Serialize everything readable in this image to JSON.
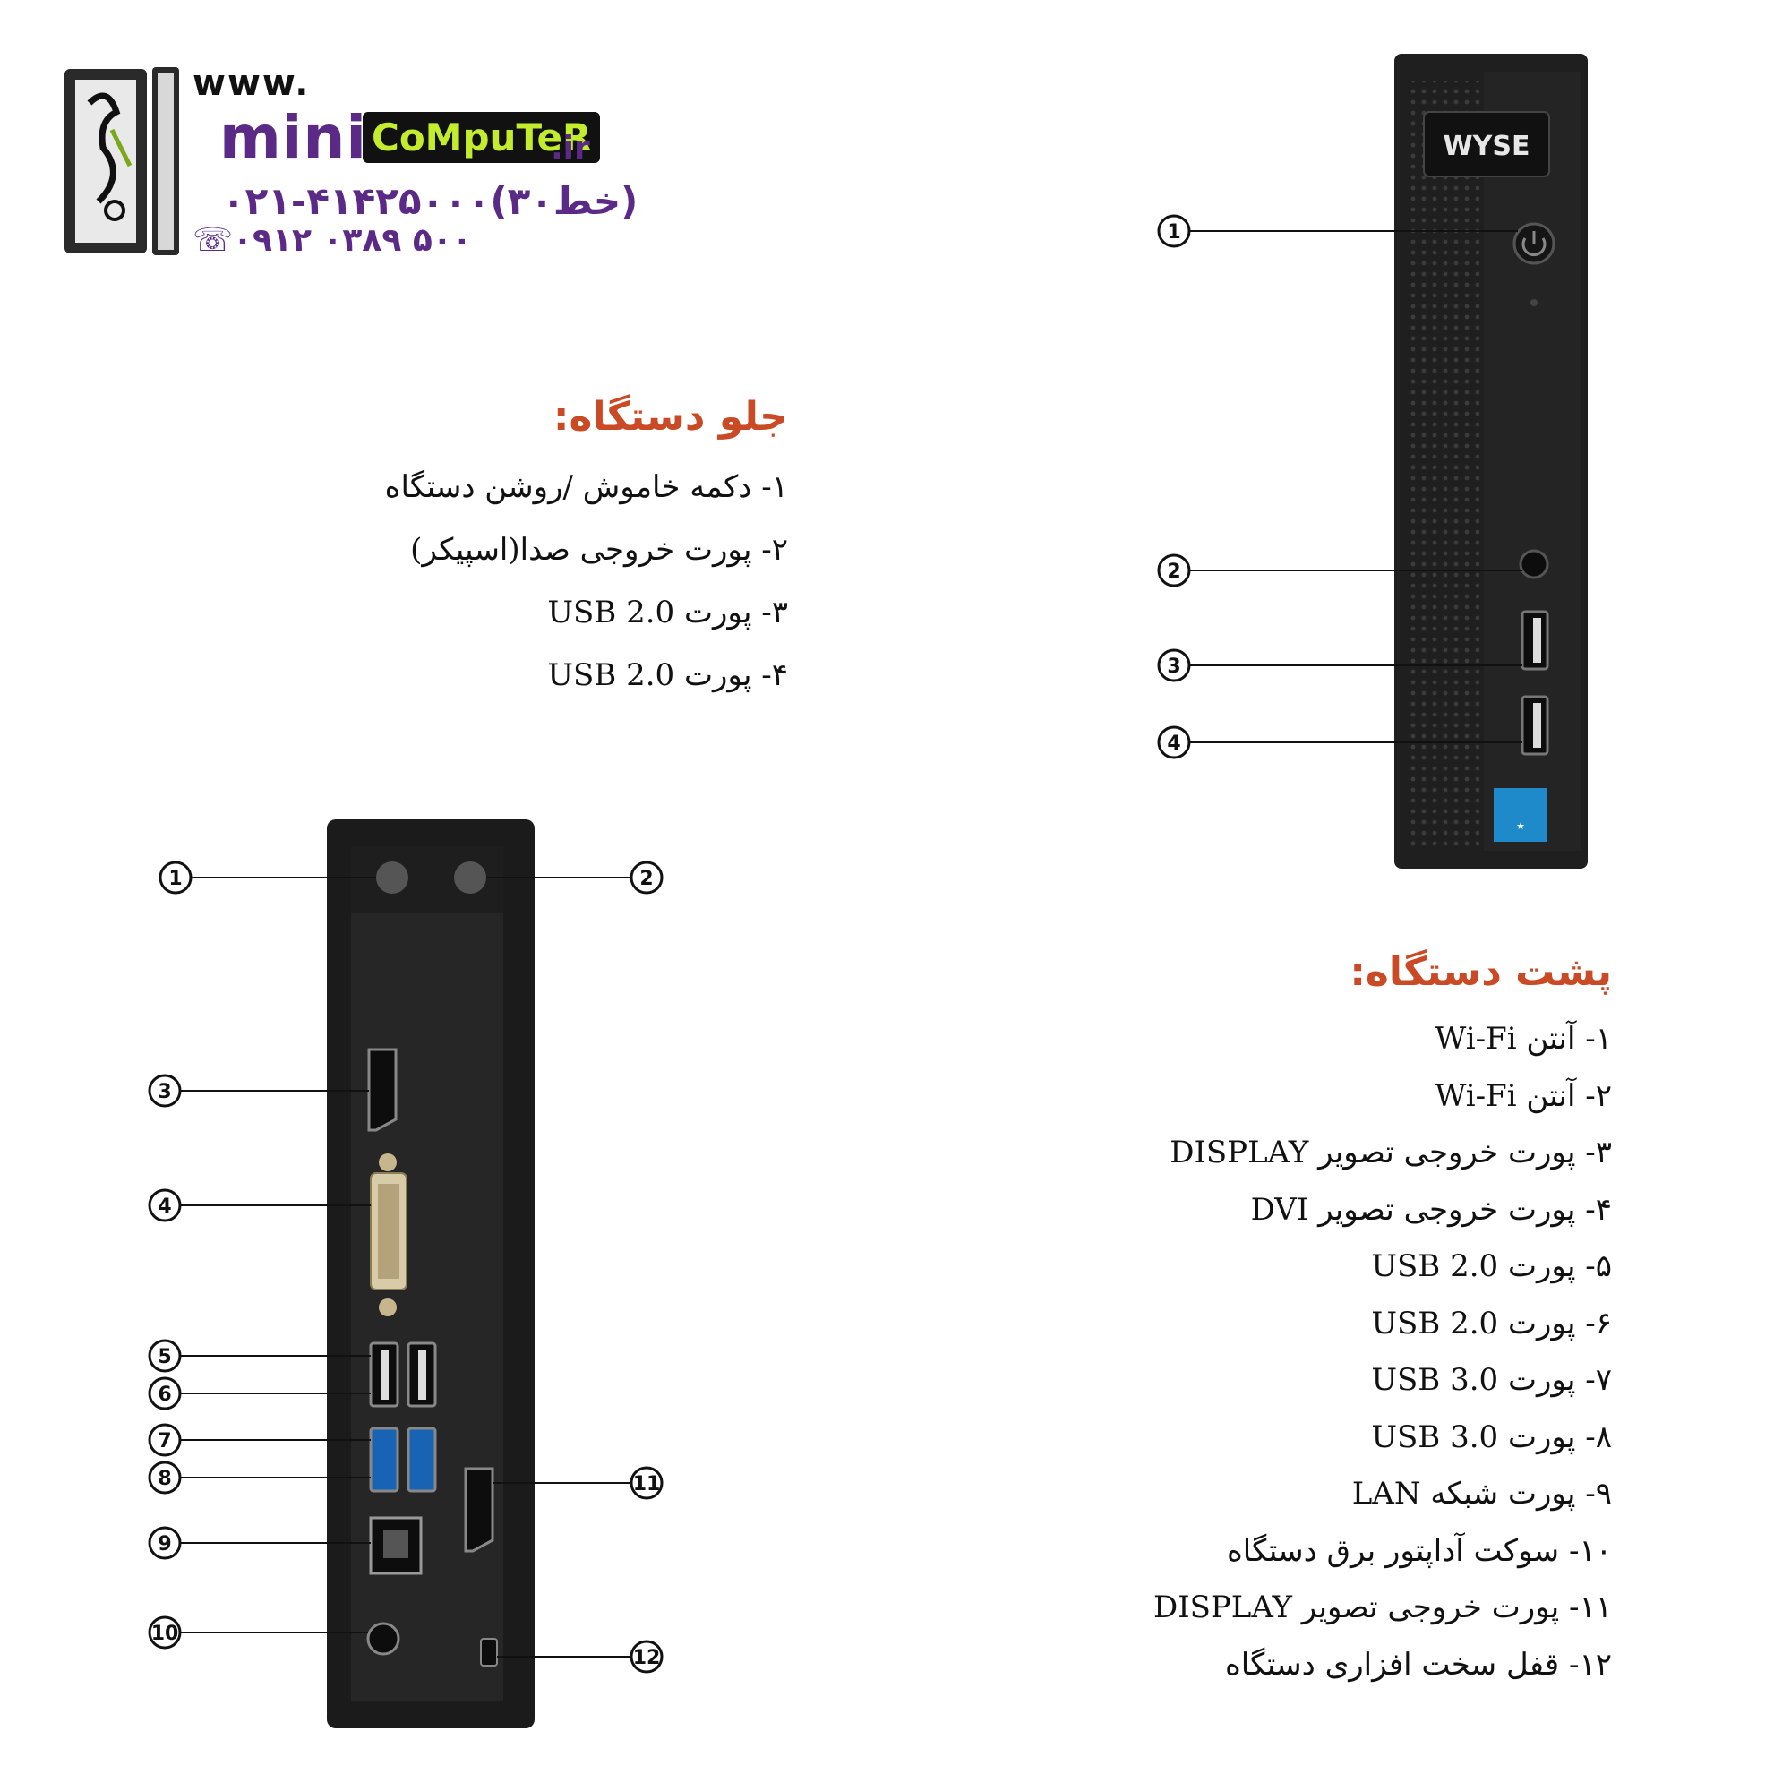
{
  "logo": {
    "www": "www.",
    "mini": "mini",
    "computer": "CoMpuTeR",
    "tld": ".ir",
    "phone_main": "۰۲۱-۴۱۴۲۵۰۰۰(۳۰خط)",
    "phone_mobile": "۰۹۱۲ ۰۳۸۹ ۵۰۰"
  },
  "front_device": {
    "brand": "WYSE",
    "callouts": [
      "1",
      "2",
      "3",
      "4"
    ]
  },
  "front_section": {
    "title": "جلو دستگاه:",
    "items": [
      "۱- دکمه خاموش /روشن دستگاه",
      "۲-  پورت خروجی صدا(اسپیکر)",
      "۳- پورت USB 2.0",
      "۴- پورت USB 2.0"
    ]
  },
  "back_device": {
    "callouts": [
      "1",
      "2",
      "3",
      "4",
      "5",
      "6",
      "7",
      "8",
      "9",
      "10",
      "11",
      "12"
    ]
  },
  "back_section": {
    "title": "پشت دستگاه:",
    "items": [
      "۱- آنتن Wi-Fi",
      "۲- آنتن Wi-Fi",
      "۳- پورت خروجی تصویر DISPLAY",
      "۴- پورت خروجی تصویر DVI",
      "۵- پورت USB 2.0",
      "۶- پورت USB 2.0",
      "۷- پورت USB 3.0",
      "۸-  پورت USB 3.0",
      "۹- پورت شبکه LAN",
      "۱۰- سوکت آداپتور برق دستگاه",
      "۱۱- پورت خروجی تصویر DISPLAY",
      "۱۲- قفل سخت افزاری دستگاه"
    ]
  }
}
